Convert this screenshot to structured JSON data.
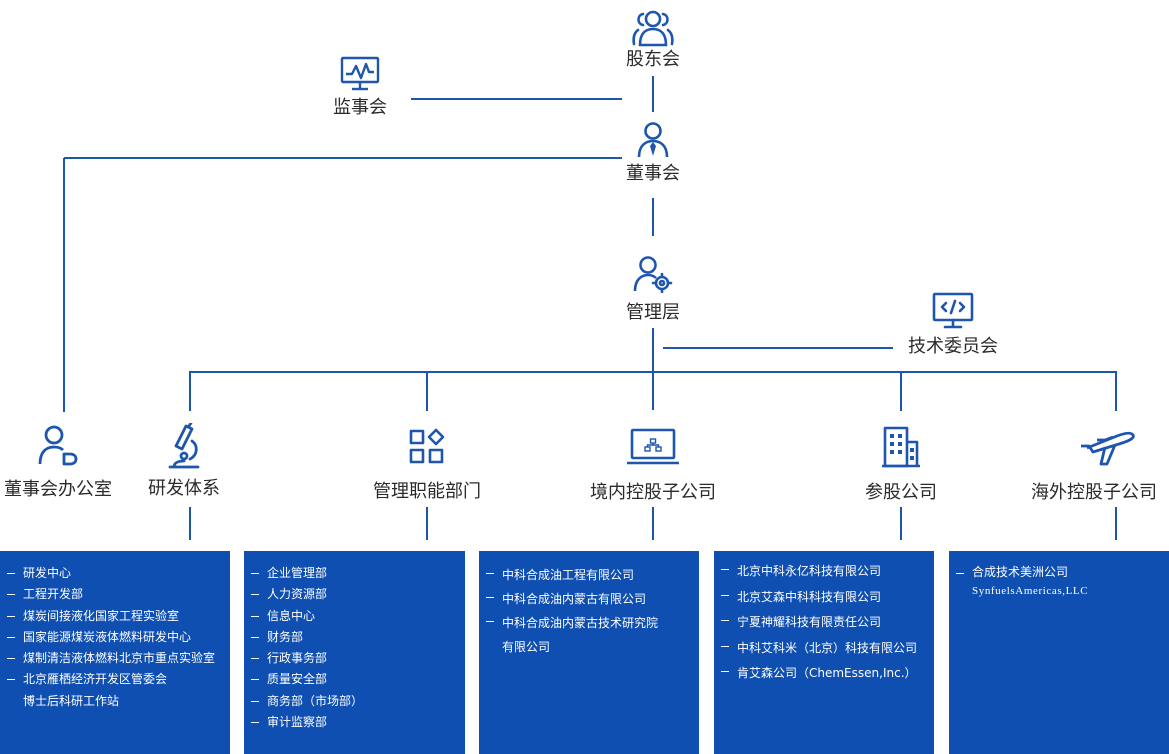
{
  "colors": {
    "line": "#1e56ad",
    "icon": "#1e56ad",
    "box": "#0f4fb2",
    "text": "#2b2b2b"
  },
  "nodes": {
    "shareholders": {
      "label": "股东会",
      "icon": "people-group-icon"
    },
    "supervisors": {
      "label": "监事会",
      "icon": "monitor-chart-icon"
    },
    "board": {
      "label": "董事会",
      "icon": "person-tie-icon"
    },
    "management": {
      "label": "管理层",
      "icon": "person-gear-icon"
    },
    "tech_committee": {
      "label": "技术委员会",
      "icon": "code-monitor-icon"
    },
    "board_office": {
      "label": "董事会办公室",
      "icon": "person-icon"
    },
    "rnd": {
      "label": "研发体系",
      "icon": "microscope-icon"
    },
    "functional": {
      "label": "管理职能部门",
      "icon": "modules-icon"
    },
    "domestic": {
      "label": "境内控股子公司",
      "icon": "laptop-icon"
    },
    "joint": {
      "label": "参股公司",
      "icon": "building-icon"
    },
    "overseas": {
      "label": "海外控股子公司",
      "icon": "airplane-icon"
    }
  },
  "boxes": {
    "rnd": [
      "研发中心",
      "工程开发部",
      "煤炭间接液化国家工程实验室",
      "国家能源煤炭液体燃料研发中心",
      "煤制清洁液体燃料北京市重点实验室",
      "北京雁栖经济开发区管委会",
      "博士后科研工作站"
    ],
    "functional": [
      "企业管理部",
      "人力资源部",
      "信息中心",
      "财务部",
      "行政事务部",
      "质量安全部",
      "商务部（市场部）",
      "审计监察部"
    ],
    "domestic": [
      "中科合成油工程有限公司",
      "中科合成油内蒙古有限公司",
      "中科合成油内蒙古技术研究院",
      "有限公司"
    ],
    "joint": [
      "北京中科永亿科技有限公司",
      "北京艾森中科科技有限公司",
      "宁夏神耀科技有限责任公司",
      "中科艾科米（北京）科技有限公司",
      "肯艾森公司（ChemEssen,Inc.）"
    ],
    "overseas": [
      "合成技术美洲公司",
      "SynfuelsAmericas,LLC"
    ]
  }
}
